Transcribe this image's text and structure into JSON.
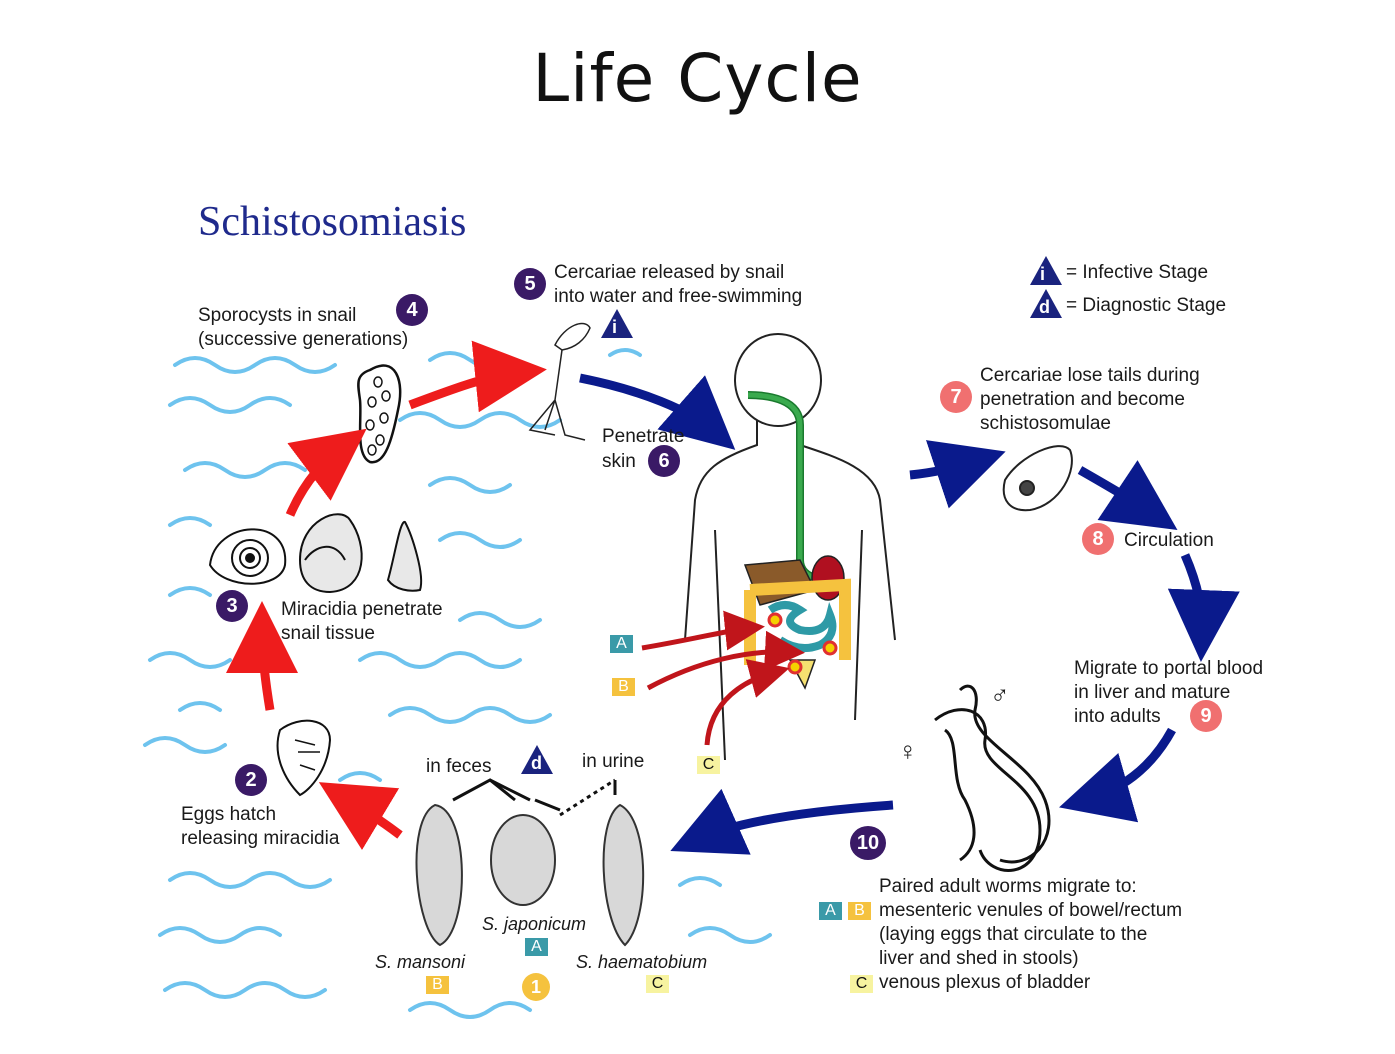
{
  "slide": {
    "title": "Life Cycle"
  },
  "diagram": {
    "title": "Schistosomiasis",
    "legend": {
      "infective_symbol": "i",
      "infective": "= Infective Stage",
      "diagnostic_symbol": "d",
      "diagnostic": "= Diagnostic Stage"
    },
    "steps": {
      "s1": {
        "num": "1"
      },
      "s2": {
        "num": "2",
        "line1": "Eggs hatch",
        "line2": "releasing miracidia"
      },
      "s3": {
        "num": "3",
        "line1": "Miracidia penetrate",
        "line2": "snail tissue"
      },
      "s4": {
        "num": "4",
        "line1": "Sporocysts in snail",
        "line2": "(successive generations)"
      },
      "s5": {
        "num": "5",
        "line1": "Cercariae released by snail",
        "line2": "into water and free-swimming"
      },
      "s6": {
        "num": "6",
        "line1": "Penetrate",
        "line2": "skin"
      },
      "s7": {
        "num": "7",
        "line1": "Cercariae lose tails during",
        "line2": "penetration and become",
        "line3": "schistosomulae"
      },
      "s8": {
        "num": "8",
        "line1": "Circulation"
      },
      "s9": {
        "num": "9",
        "line1": "Migrate to portal blood",
        "line2": "in liver and mature",
        "line3": "into adults"
      },
      "s10": {
        "num": "10",
        "line1": "Paired adult worms migrate to:",
        "line2": "mesenteric venules of bowel/rectum",
        "line3": "(laying eggs that circulate to the",
        "line4": "liver and shed in stools)",
        "line5": "venous plexus of bladder"
      }
    },
    "eggs": {
      "in_feces": "in feces",
      "in_urine": "in urine",
      "mansoni": "S. mansoni",
      "japonicum": "S. japonicum",
      "haematobium": "S. haematobium"
    },
    "sites": {
      "a": "A",
      "b": "B",
      "c": "C"
    },
    "symbols": {
      "female": "♀",
      "male": "♂"
    }
  },
  "colors": {
    "red_arrow": "#ee1c1c",
    "blue_arrow": "#0a1a8c",
    "water": "#6ec3ee",
    "dark_badge": "#3a1a66",
    "pink_badge": "#f07070"
  }
}
